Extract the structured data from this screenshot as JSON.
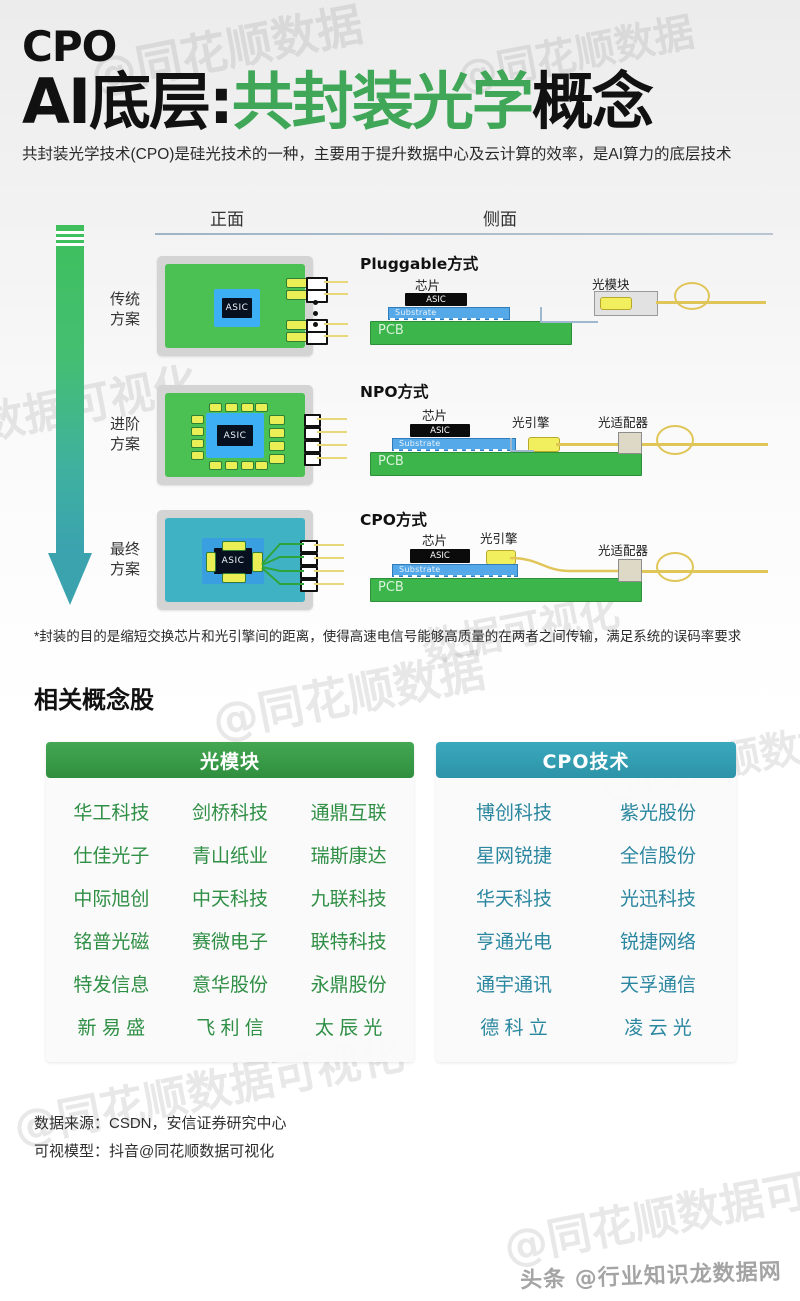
{
  "header": {
    "kicker": "CPO",
    "title_black_1": "AI底层:",
    "title_green": "共封装光学",
    "title_black_2": "概念",
    "lede": "共封装光学技术(CPO)是硅光技术的一种，主要用于提升数据中心及云计算的效率，是AI算力的底层技术"
  },
  "diagram": {
    "col_front": "正面",
    "col_side": "侧面",
    "rows": [
      {
        "label": "传统\n方案",
        "side_title": "Pluggable方式"
      },
      {
        "label": "进阶\n方案",
        "side_title": "NPO方式"
      },
      {
        "label": "最终\n方案",
        "side_title": "CPO方式"
      }
    ],
    "labels": {
      "chip": "芯片",
      "asic": "ASIC",
      "substrate": "Substrate",
      "pcb": "PCB",
      "optical_module": "光模块",
      "optical_engine": "光引擎",
      "optical_adapter": "光适配器"
    }
  },
  "note": "*封装的目的是缩短交换芯片和光引擎间的距离，使得高速电信号能够高质量的在两者之间传输，满足系统的误码率要求",
  "section_title": "相关概念股",
  "tables": [
    {
      "title": "光模块",
      "accent": "#2f8f3f",
      "columns": 3,
      "stocks": [
        "华工科技",
        "剑桥科技",
        "通鼎互联",
        "仕佳光子",
        "青山纸业",
        "瑞斯康达",
        "中际旭创",
        "中天科技",
        "九联科技",
        "铭普光磁",
        "赛微电子",
        "联特科技",
        "特发信息",
        "意华股份",
        "永鼎股份",
        "新 易 盛",
        "飞 利 信",
        "太 辰 光"
      ]
    },
    {
      "title": "CPO技术",
      "accent": "#2d93a8",
      "columns": 2,
      "stocks": [
        "博创科技",
        "紫光股份",
        "星网锐捷",
        "全信股份",
        "华天科技",
        "光迅科技",
        "亨通光电",
        "锐捷网络",
        "通宇通讯",
        "天孚通信",
        "德 科 立",
        "凌 云 光"
      ]
    }
  ],
  "footer": {
    "source": "数据来源：CSDN，安信证券研究中心",
    "model": "可视模型：抖音@同花顺数据可视化"
  },
  "watermarks": {
    "main": "@同花顺数据可视化",
    "short": "@同花顺数据",
    "tail": "数据可视化",
    "bottom": "头条 @行业知识龙数据网"
  }
}
